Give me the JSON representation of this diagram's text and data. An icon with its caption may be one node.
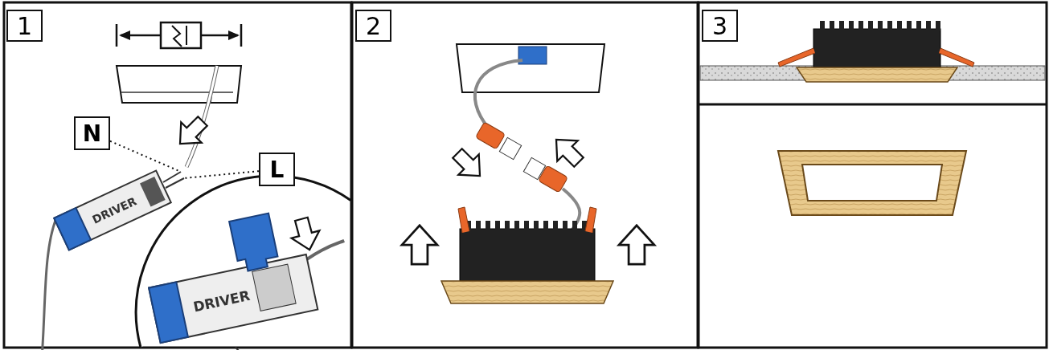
{
  "diagram": {
    "nodes": [
      {
        "text": [
          "1"
        ]
      },
      {
        "text": [
          "2"
        ]
      },
      {
        "text": [
          "3"
        ]
      },
      {
        "text": [
          "N"
        ]
      },
      {
        "text": [
          "L"
        ]
      }
    ],
    "edges": [
      {
        "from": 3,
        "to": null,
        "arrow": "none",
        "style": "dashed"
      },
      {
        "from": 4,
        "to": null,
        "arrow": "none",
        "style": "dashed"
      }
    ],
    "labels": [
      "DRIVER",
      "DRIVER"
    ]
  }
}
